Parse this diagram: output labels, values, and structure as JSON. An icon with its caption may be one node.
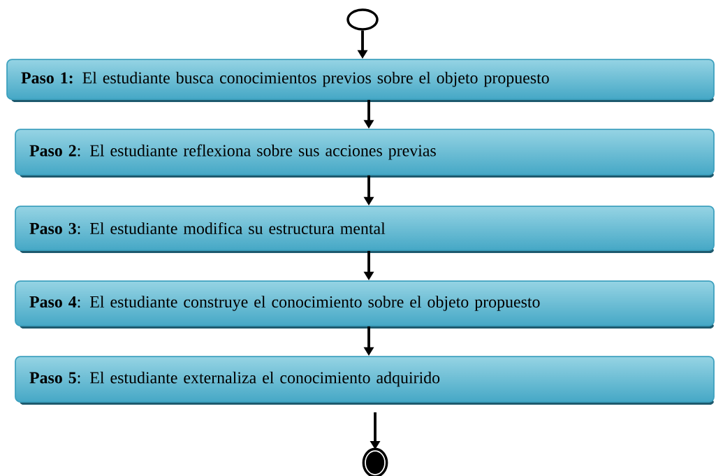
{
  "diagram": {
    "nodes": [
      {
        "text": [],
        "shape": "circle"
      },
      {
        "text": [
          "**Paso 1:** El estudiante busca conocimientos previos sobre el objeto propuesto"
        ]
      },
      {
        "text": [
          "**Paso 2**: El estudiante reflexiona sobre sus acciones previas"
        ]
      },
      {
        "text": [
          "**Paso 3**: El estudiante modifica su estructura mental"
        ]
      },
      {
        "text": [
          "**Paso 4**: El estudiante construye el conocimiento sobre el objeto propuesto"
        ]
      },
      {
        "text": [
          "**Paso 5**: El estudiante externaliza el conocimiento adquirido"
        ]
      },
      {
        "text": [],
        "shape": "bullseye"
      }
    ],
    "edges": [
      {
        "from": 0,
        "to": 1,
        "arrow": "to"
      },
      {
        "from": 1,
        "to": 2,
        "arrow": "to"
      },
      {
        "from": 2,
        "to": 3,
        "arrow": "to"
      },
      {
        "from": 3,
        "to": 4,
        "arrow": "to"
      },
      {
        "from": 4,
        "to": 5,
        "arrow": "to"
      },
      {
        "from": 5,
        "to": 6,
        "arrow": "to"
      }
    ]
  }
}
